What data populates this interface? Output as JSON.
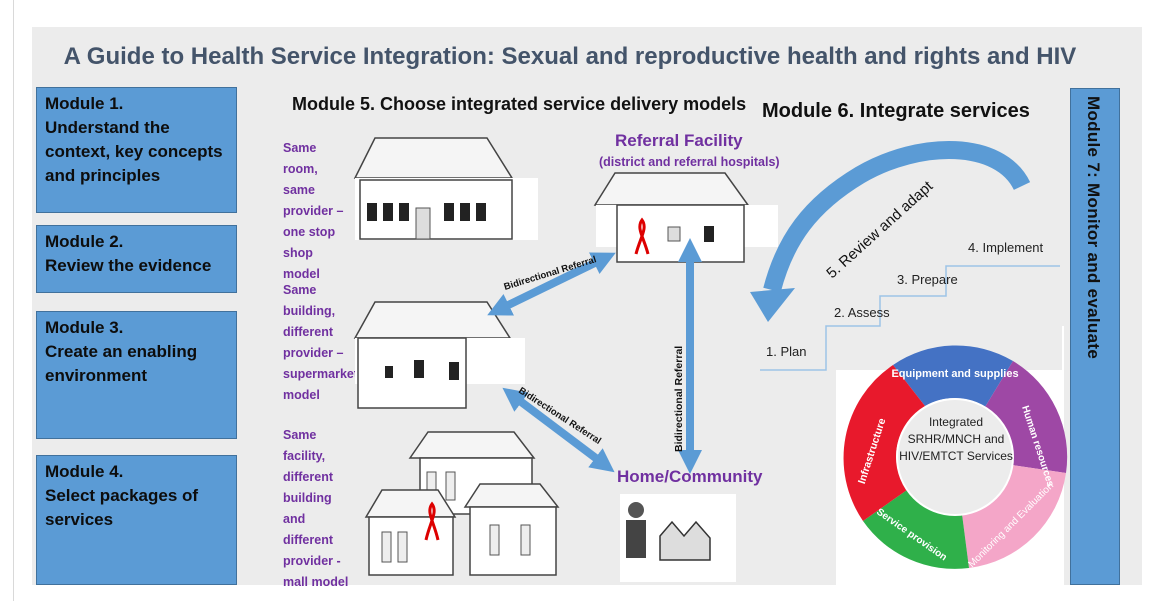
{
  "title": "A Guide to Health Service Integration: Sexual and reproductive health and rights and HIV",
  "modules_left": [
    {
      "label": "Module 1.\nUnderstand the context, key concepts and principles"
    },
    {
      "label": "Module 2.\nReview the evidence"
    },
    {
      "label": "Module 3.\nCreate an enabling environment"
    },
    {
      "label": "Module 4.\nSelect packages of services"
    }
  ],
  "module5": {
    "title": "Module 5. Choose integrated service delivery models",
    "models": [
      {
        "label": "Same room, same provider – one stop shop model"
      },
      {
        "label": "Same building, different provider – supermarket model"
      },
      {
        "label": "Same facility, different building and different provider - mall model"
      }
    ],
    "referral_facility": {
      "title": "Referral Facility",
      "subtitle": "(district and referral hospitals)"
    },
    "home": "Home/Community",
    "arrows": {
      "upper": "Bidirectional Referral",
      "lower": "Bidirectional Referral",
      "vertical": "Bidirectional Referral"
    }
  },
  "module6": {
    "title": "Module 6. Integrate services",
    "steps": [
      "1. Plan",
      "2. Assess",
      "3. Prepare",
      "4. Implement"
    ],
    "cycle": "5. Review and adapt"
  },
  "module7": {
    "title": "Module 7: Monitor and evaluate"
  },
  "wheel": {
    "center": "Integrated SRHR/MNCH and HIV/EMTCT Services",
    "segments": [
      {
        "label": "Equipment and supplies",
        "color": "#4472c4"
      },
      {
        "label": "Human resources",
        "color": "#9e48a5"
      },
      {
        "label": "Monitoring and Evaluation",
        "color": "#f4a6c8"
      },
      {
        "label": "Service provision",
        "color": "#2fb04a"
      },
      {
        "label": "Infrastructure",
        "color": "#e8192c"
      }
    ]
  },
  "colors": {
    "module_blue": "#5b9bd5",
    "purple": "#7030a0",
    "arrow_blue": "#5b9bd5"
  }
}
